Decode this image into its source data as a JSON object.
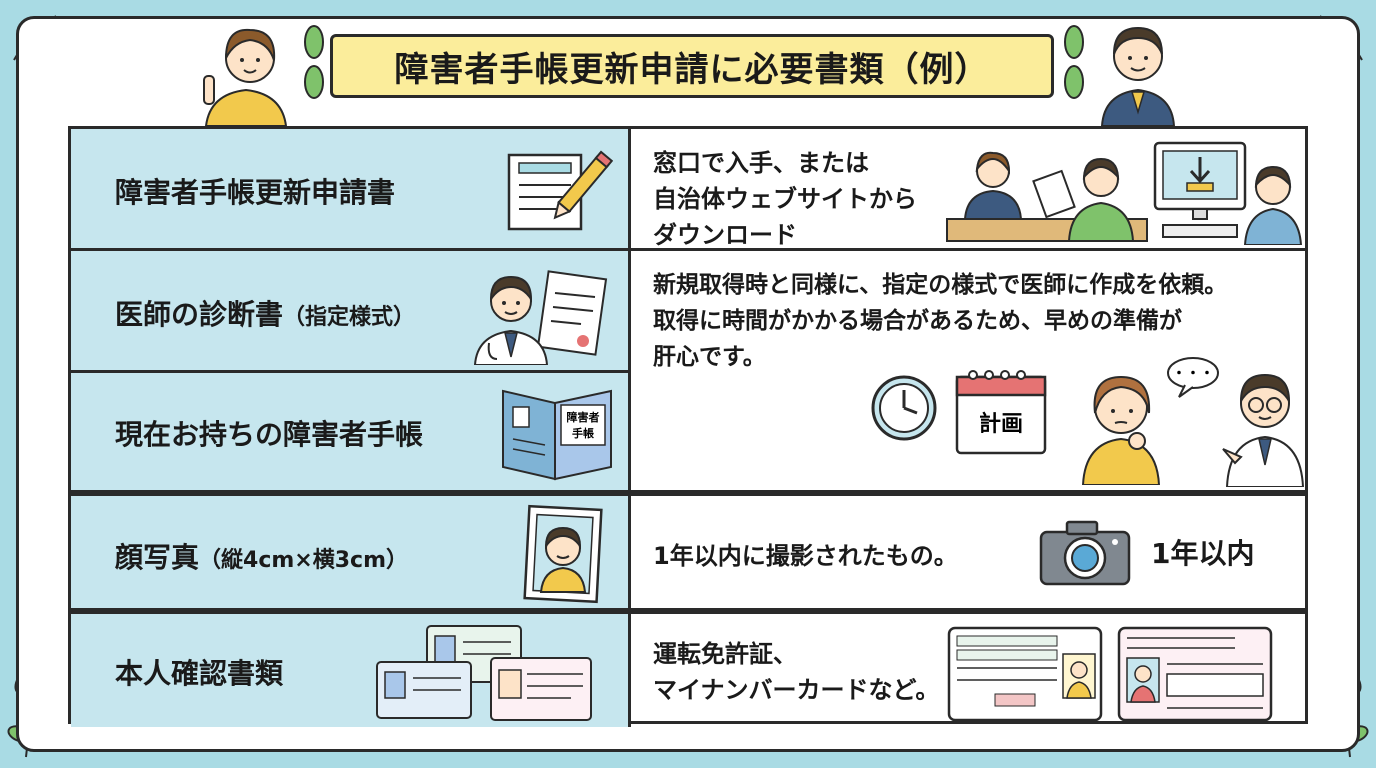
{
  "title": "障害者手帳更新申請に必要書類（例）",
  "rows": [
    {
      "label": "障害者手帳更新申請書",
      "desc_lines": [
        "窓口で入手、または",
        "自治体ウェブサイトから",
        "ダウンロード"
      ]
    },
    {
      "label": "医師の診断書",
      "label_sub": "（指定様式）",
      "desc_lines": [
        "新規取得時と同様に、指定の様式で医師に作成を依頼。",
        "取得に時間がかかる場合があるため、早めの準備が",
        "肝心です。"
      ]
    },
    {
      "label": "現在お持ちの障害者手帳",
      "booklet_text_1": "障害者",
      "booklet_text_2": "手帳"
    },
    {
      "label": "顔写真",
      "label_sub": "（縦4cm×横3cm）",
      "desc_lines": [
        "1年以内に撮影されたもの。"
      ],
      "camera_label": "1年以内"
    },
    {
      "label": "本人確認書類",
      "desc_lines": [
        "運転免許証、",
        "マイナンバーカードなど。"
      ]
    }
  ],
  "calendar_label": "計画",
  "speech_bubble": "・・・",
  "colors": {
    "background": "#a9dbe4",
    "title_fill": "#fbed9b",
    "left_cell": "#c6e6ee",
    "leaf": "#7fc26b"
  }
}
